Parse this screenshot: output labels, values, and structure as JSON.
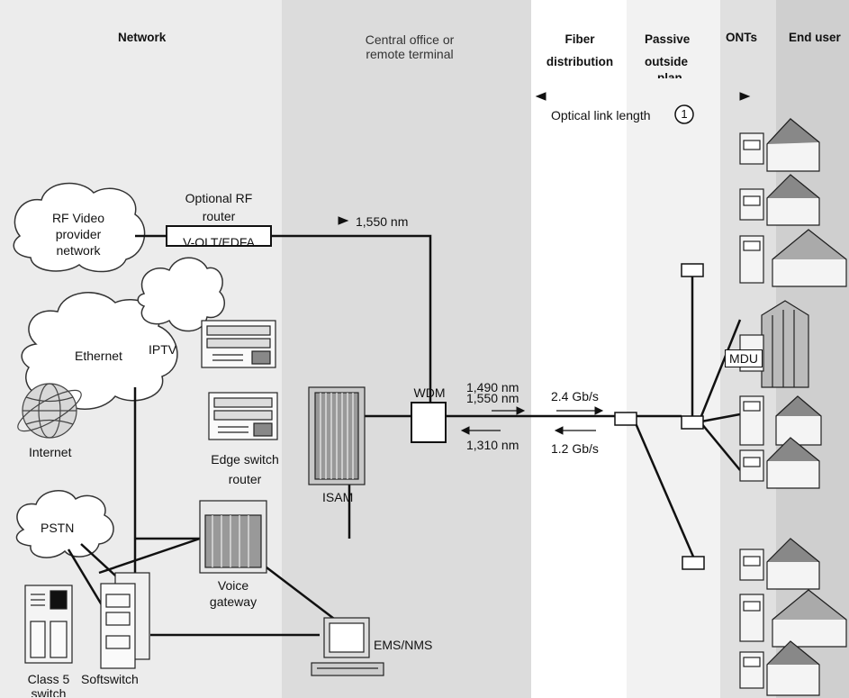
{
  "zones": {
    "network": "Network",
    "central_office": [
      "Central office or",
      "remote terminal"
    ],
    "fiber": [
      "Fiber",
      "distribution"
    ],
    "passive": [
      "Passive",
      "outside",
      "plan"
    ],
    "onts": "ONTs",
    "end_user": "End user"
  },
  "optical_link": {
    "label": "Optical link length",
    "marker": "1"
  },
  "clouds": {
    "rf_video": [
      "RF Video",
      "provider",
      "network"
    ],
    "ethernet": "Ethernet",
    "iptv": "IPTV",
    "internet": "Internet",
    "pstn": "PSTN"
  },
  "rf_router": {
    "label": [
      "Optional RF",
      "router"
    ],
    "box": "V-OLT/EDFA"
  },
  "wavelengths": {
    "w1550_top": "1,550 nm",
    "w1490": "1,490 nm",
    "w1550": "1,550 nm",
    "w1310": "1,310 nm"
  },
  "rates": {
    "down": "2.4 Gb/s",
    "up": "1.2 Gb/s"
  },
  "devices": {
    "wdm": "WDM",
    "isam": "ISAM",
    "edge": [
      "Edge switch",
      "router"
    ],
    "voice": [
      "Voice",
      "gateway"
    ],
    "ems": "EMS/NMS",
    "class5": [
      "Class 5",
      "switch"
    ],
    "softswitch": "Softswitch",
    "mdu": "MDU"
  }
}
